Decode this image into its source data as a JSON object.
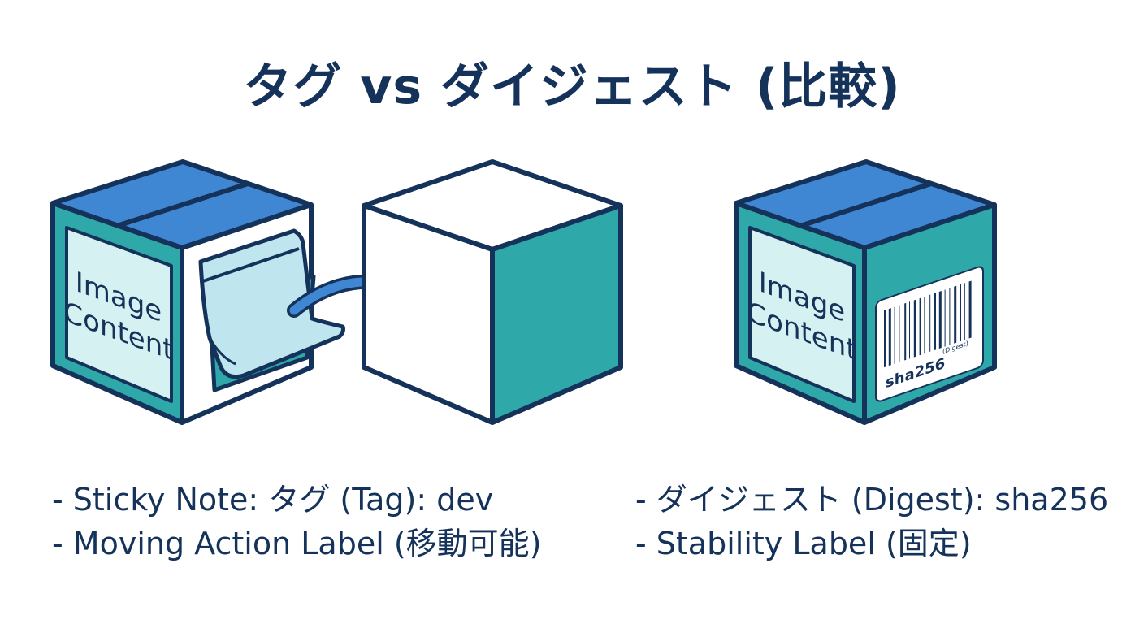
{
  "title": "タグ vs ダイジェスト (比較)",
  "boxes": {
    "left_face_text": [
      "Image",
      "Content"
    ],
    "right_face_text": [
      "Image",
      "Content"
    ],
    "barcode_text": "sha256",
    "barcode_sub": "(Digest)"
  },
  "captions": {
    "left": [
      "- Sticky Note: タグ (Tag): dev",
      "- Moving Action Label (移動可能)"
    ],
    "right": [
      "- ダイジェスト (Digest): sha256",
      "- Stability Label (固定)"
    ]
  },
  "colors": {
    "navy": "#15325a",
    "teal": "#2fa8a9",
    "blue": "#3f86d3",
    "pale": "#d5f1f1",
    "note_blue": "#bfe6ef"
  }
}
